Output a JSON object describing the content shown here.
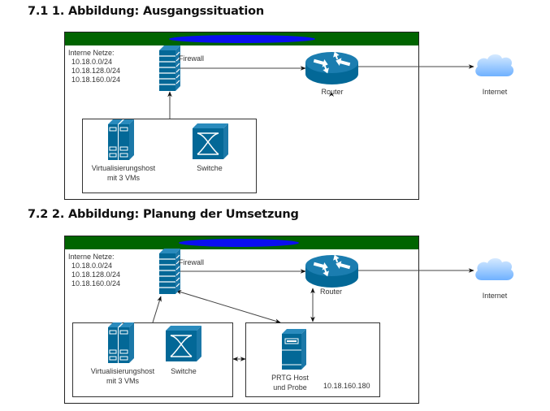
{
  "figures": [
    {
      "heading": "7.1 1. Abbildung: Ausgangssituation",
      "networks_label": "Interne Netze:",
      "networks": [
        "10.18.0.0/24",
        "10.18.128.0/24",
        "10.18.160.0/24"
      ],
      "firewall_label": "Firewall",
      "router_label": "Router",
      "internet_label": "Internet",
      "virt_label_1": "Virtualisierungshost",
      "virt_label_2": "mit 3 VMs",
      "switch_label": "Switche"
    },
    {
      "heading": "7.2 2. Abbildung: Planung der Umsetzung",
      "networks_label": "Interne Netze:",
      "networks": [
        "10.18.0.0/24",
        "10.18.128.0/24",
        "10.18.160.0/24"
      ],
      "firewall_label": "Firewall",
      "router_label": "Router",
      "internet_label": "Internet",
      "virt_label_1": "Virtualisierungshost",
      "virt_label_2": "mit 3 VMs",
      "switch_label": "Switche",
      "prtg_label_1": "PRTG Host",
      "prtg_label_2": "und Probe",
      "prtg_ip": "10.18.160.180"
    }
  ],
  "colors": {
    "header_bar": "#006400",
    "redaction": "#0a0ff0",
    "icon_blue": "#036897",
    "cloud": "#8ec5ff"
  }
}
